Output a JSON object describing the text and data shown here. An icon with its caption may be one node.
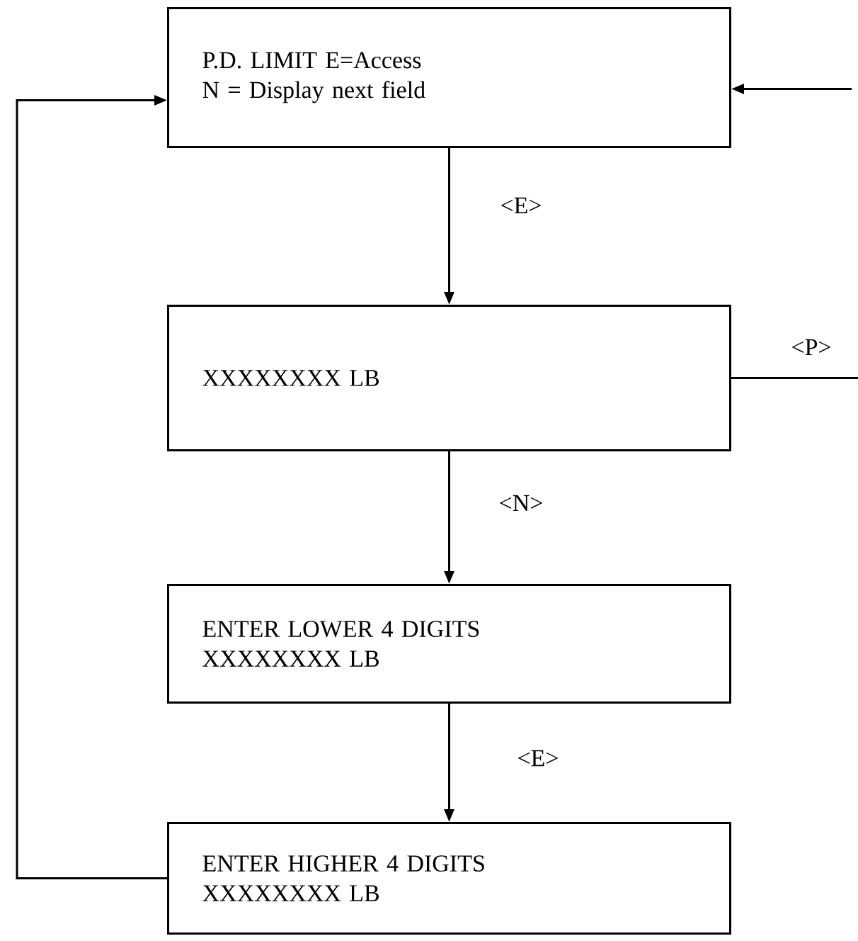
{
  "diagram": {
    "nodes": [
      {
        "text": [
          "P.D. LIMIT   E=Access",
          "N = Display next field"
        ]
      },
      {
        "text": [
          "XXXXXXXX  LB"
        ]
      },
      {
        "text": [
          "ENTER LOWER 4 DIGITS",
          "XXXXXXXX LB"
        ]
      },
      {
        "text": [
          "ENTER HIGHER 4 DIGITS",
          "XXXXXXXX LB"
        ]
      }
    ],
    "edges": [
      {
        "from": 0,
        "to": 1,
        "arrow": "to",
        "label": "<E>"
      },
      {
        "from": 1,
        "to": 2,
        "arrow": "to",
        "label": "<N>"
      },
      {
        "from": 2,
        "to": 3,
        "arrow": "to",
        "label": "<E>"
      },
      {
        "from": 3,
        "to": 0,
        "arrow": "to"
      },
      {
        "from": null,
        "to": 0,
        "arrow": "to"
      },
      {
        "from": 1,
        "to": null,
        "arrow": "none",
        "label": "<P>"
      }
    ]
  }
}
